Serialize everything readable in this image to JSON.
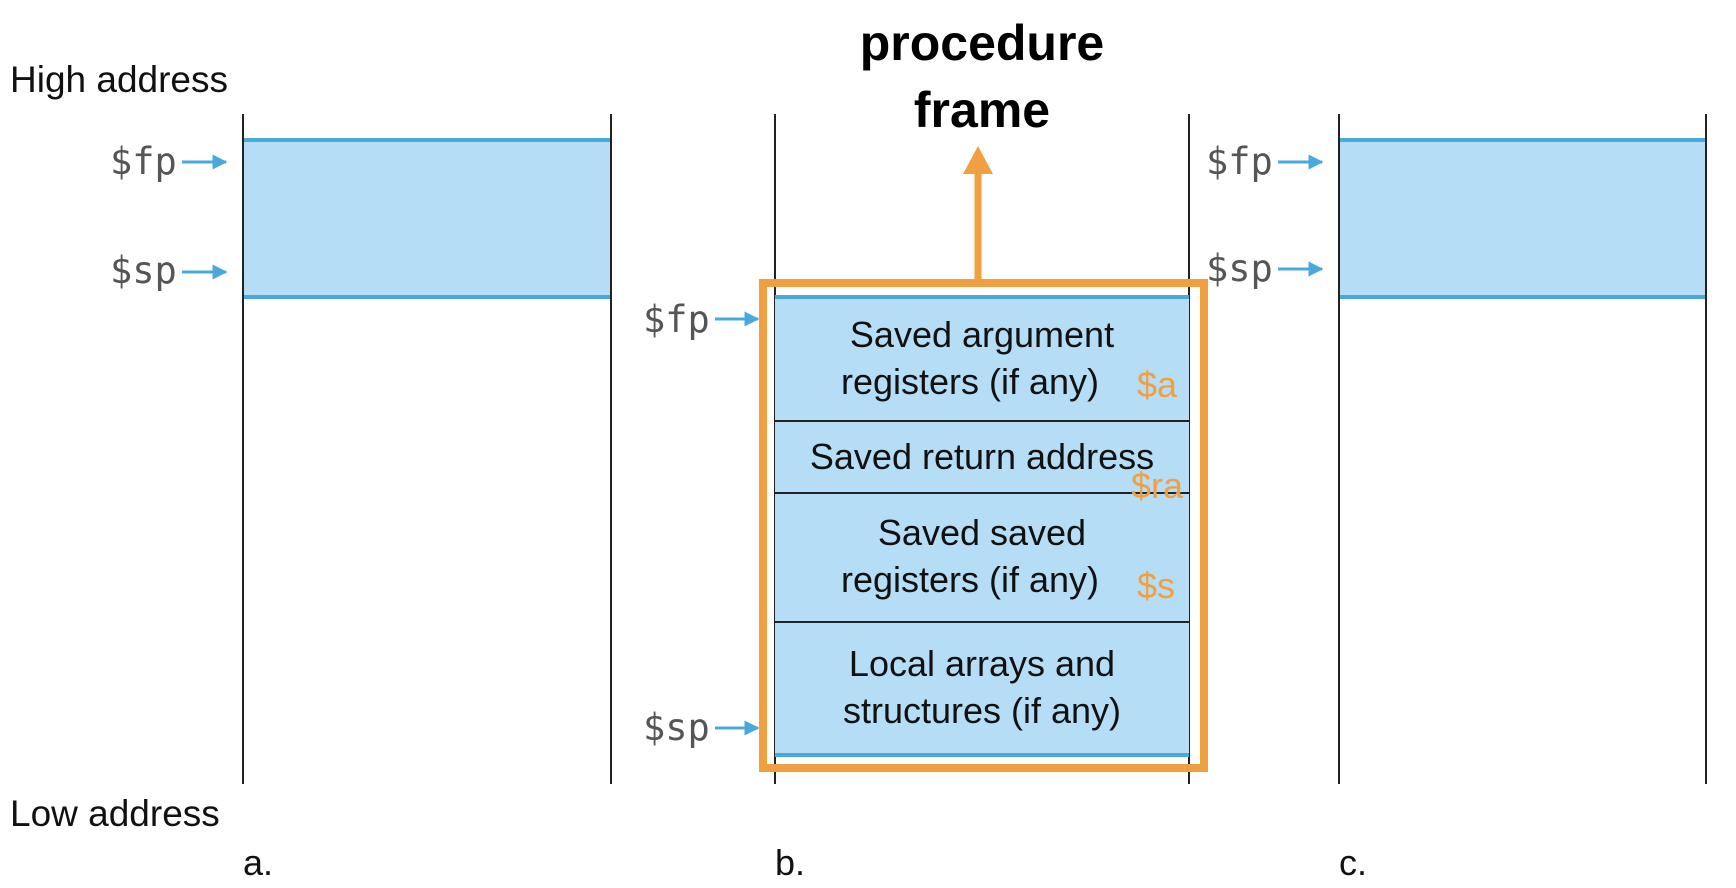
{
  "labels": {
    "high_address": "High address",
    "low_address": "Low address"
  },
  "registers": {
    "fp": "$fp",
    "sp": "$sp"
  },
  "annotation": {
    "title_line1": "procedure",
    "title_line2": "frame",
    "color": "#f0a040"
  },
  "frame": {
    "sections": [
      {
        "line1": "Saved argument",
        "line2": "registers (if any)",
        "tag": "$a"
      },
      {
        "line1": "Saved return address",
        "line2": "",
        "tag": "$ra"
      },
      {
        "line1": "Saved saved",
        "line2": "registers (if any)",
        "tag": "$s"
      },
      {
        "line1": "Local arrays and",
        "line2": "structures (if any)",
        "tag": ""
      }
    ]
  },
  "captions": {
    "a": "a.",
    "b": "b.",
    "c": "c."
  },
  "colors": {
    "frame_fill": "#b5ddf5",
    "frame_edge": "#49a8dc",
    "arrow": "#49a8dc",
    "annotation": "#f0a040"
  }
}
